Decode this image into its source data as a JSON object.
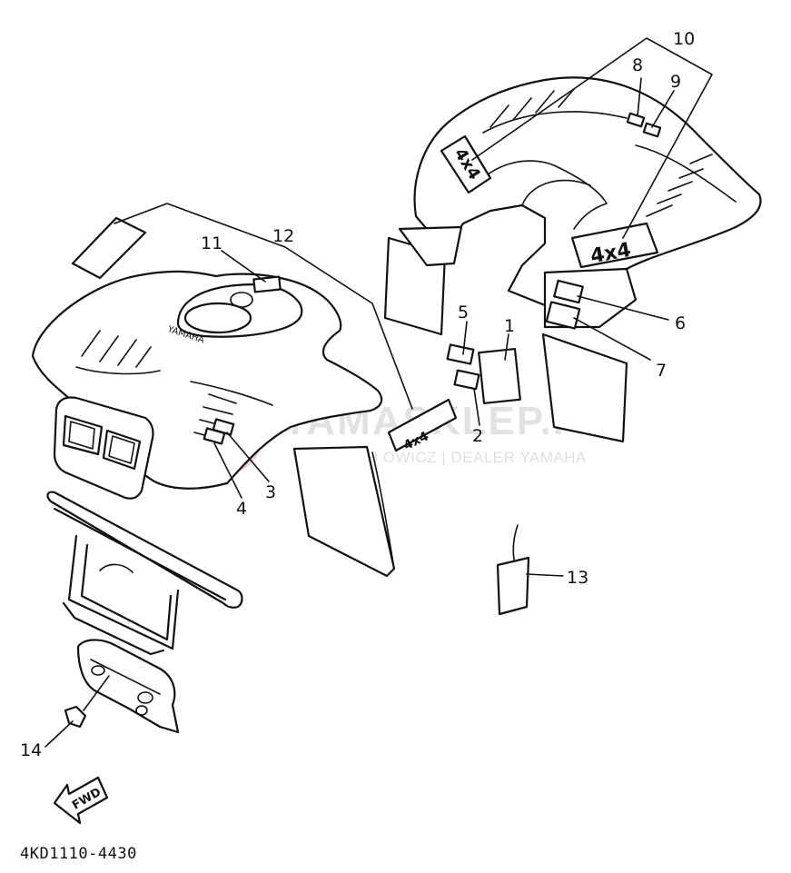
{
  "watermark": {
    "brand": "YAMASKLEP.PL",
    "dealer": "WOJCIECH OWICZ | DEALER YAMAHA",
    "logo_color": "#e8a0a0"
  },
  "part_code": "4KD1110-4430",
  "body_text": {
    "front_tank": "YAMAHA",
    "rear_decal": "4x4",
    "fender_decal": "4x4",
    "front_decal": "4x4",
    "fwd_arrow": "FWD"
  },
  "callouts": [
    {
      "id": "c1",
      "label": "1"
    },
    {
      "id": "c2",
      "label": "2"
    },
    {
      "id": "c3",
      "label": "3"
    },
    {
      "id": "c4",
      "label": "4"
    },
    {
      "id": "c5",
      "label": "5"
    },
    {
      "id": "c6",
      "label": "6"
    },
    {
      "id": "c7",
      "label": "7"
    },
    {
      "id": "c8",
      "label": "8"
    },
    {
      "id": "c9",
      "label": "9"
    },
    {
      "id": "c10",
      "label": "10"
    },
    {
      "id": "c11",
      "label": "11"
    },
    {
      "id": "c12",
      "label": "12"
    },
    {
      "id": "c13",
      "label": "13"
    },
    {
      "id": "c14",
      "label": "14"
    }
  ]
}
